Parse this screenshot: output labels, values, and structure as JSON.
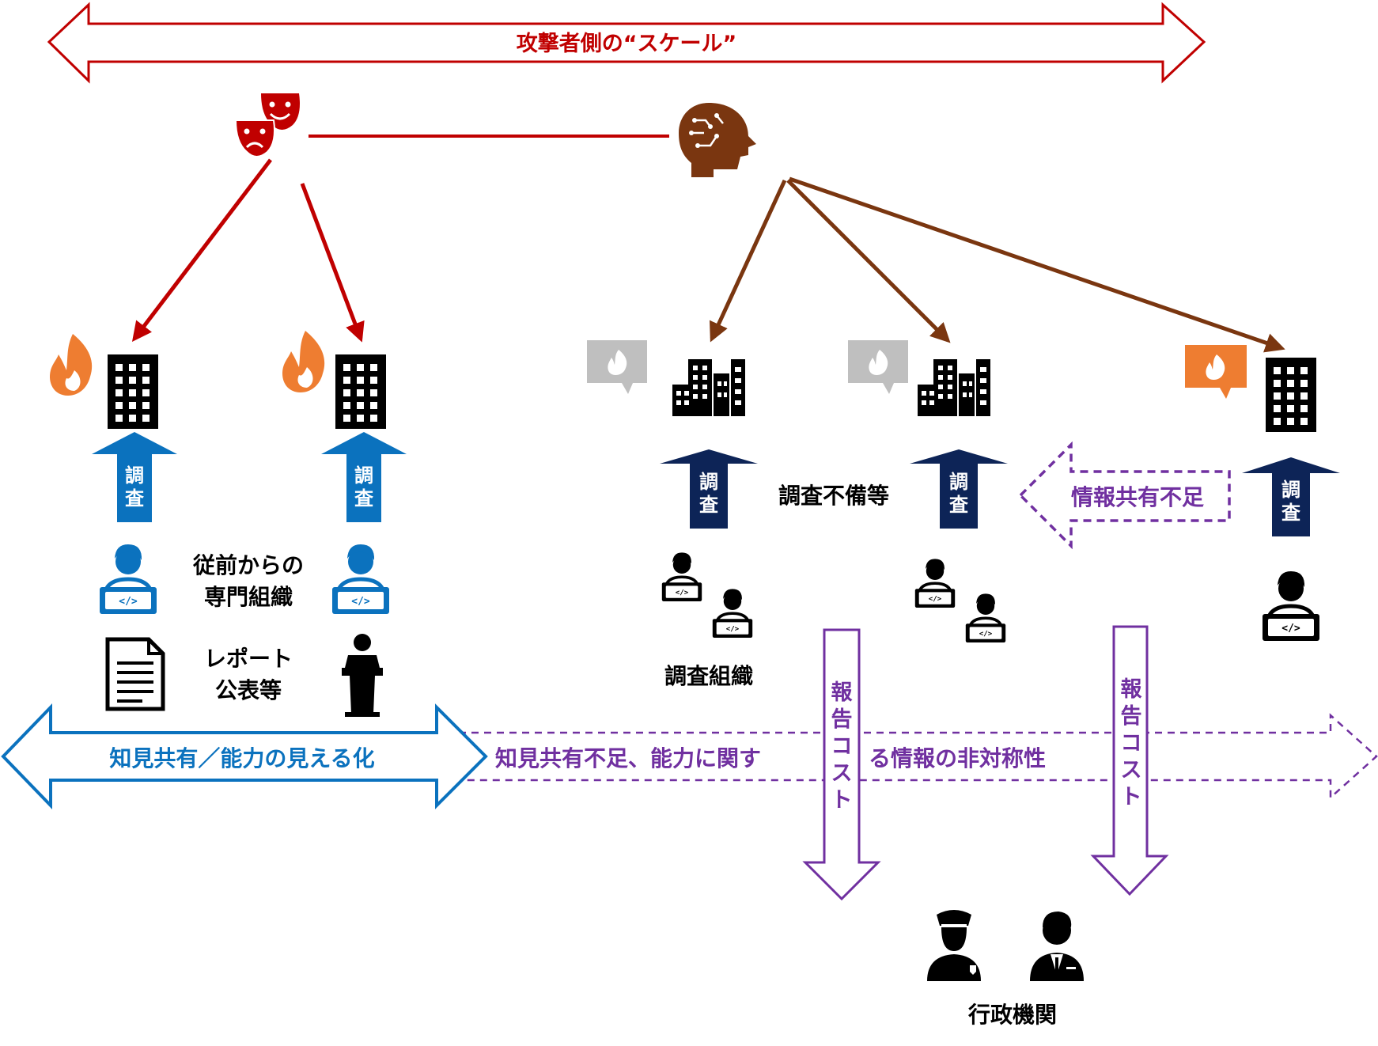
{
  "colors": {
    "red": "#C00000",
    "brown": "#7A3610",
    "blue": "#0B72BE",
    "navy": "#0D2457",
    "purple": "#7030A0",
    "orange": "#EE7D31",
    "gray": "#BFBFBF",
    "black": "#000000"
  },
  "top_arrow": {
    "label": "攻撃者側の“スケール”"
  },
  "left": {
    "investigate_label_1": "調",
    "investigate_label_2": "査",
    "experts_line1": "従前からの",
    "experts_line2": "専門組織",
    "report_line1": "レポート",
    "report_line2": "公表等",
    "sharing_label": "知見共有／能力の見える化"
  },
  "right": {
    "investigate_label_1": "調",
    "investigate_label_2": "査",
    "inadequate_label": "調査不備等",
    "org_label": "調査組織",
    "info_shortage_label": "情報共有不足",
    "asymmetry_label_part1": "知見共有不足、能力に関す",
    "asymmetry_label_part2": "る情報の非対称性",
    "report_cost_label": "報告コスト",
    "gov_label": "行政機関"
  },
  "icons": [
    "theater-masks-icon",
    "ai-head-icon",
    "fire-icon",
    "office-building-icon",
    "city-buildings-icon",
    "fire-chat-bubble-icon",
    "developer-laptop-icon",
    "document-icon",
    "speaker-podium-icon",
    "police-officer-icon",
    "business-person-icon"
  ]
}
